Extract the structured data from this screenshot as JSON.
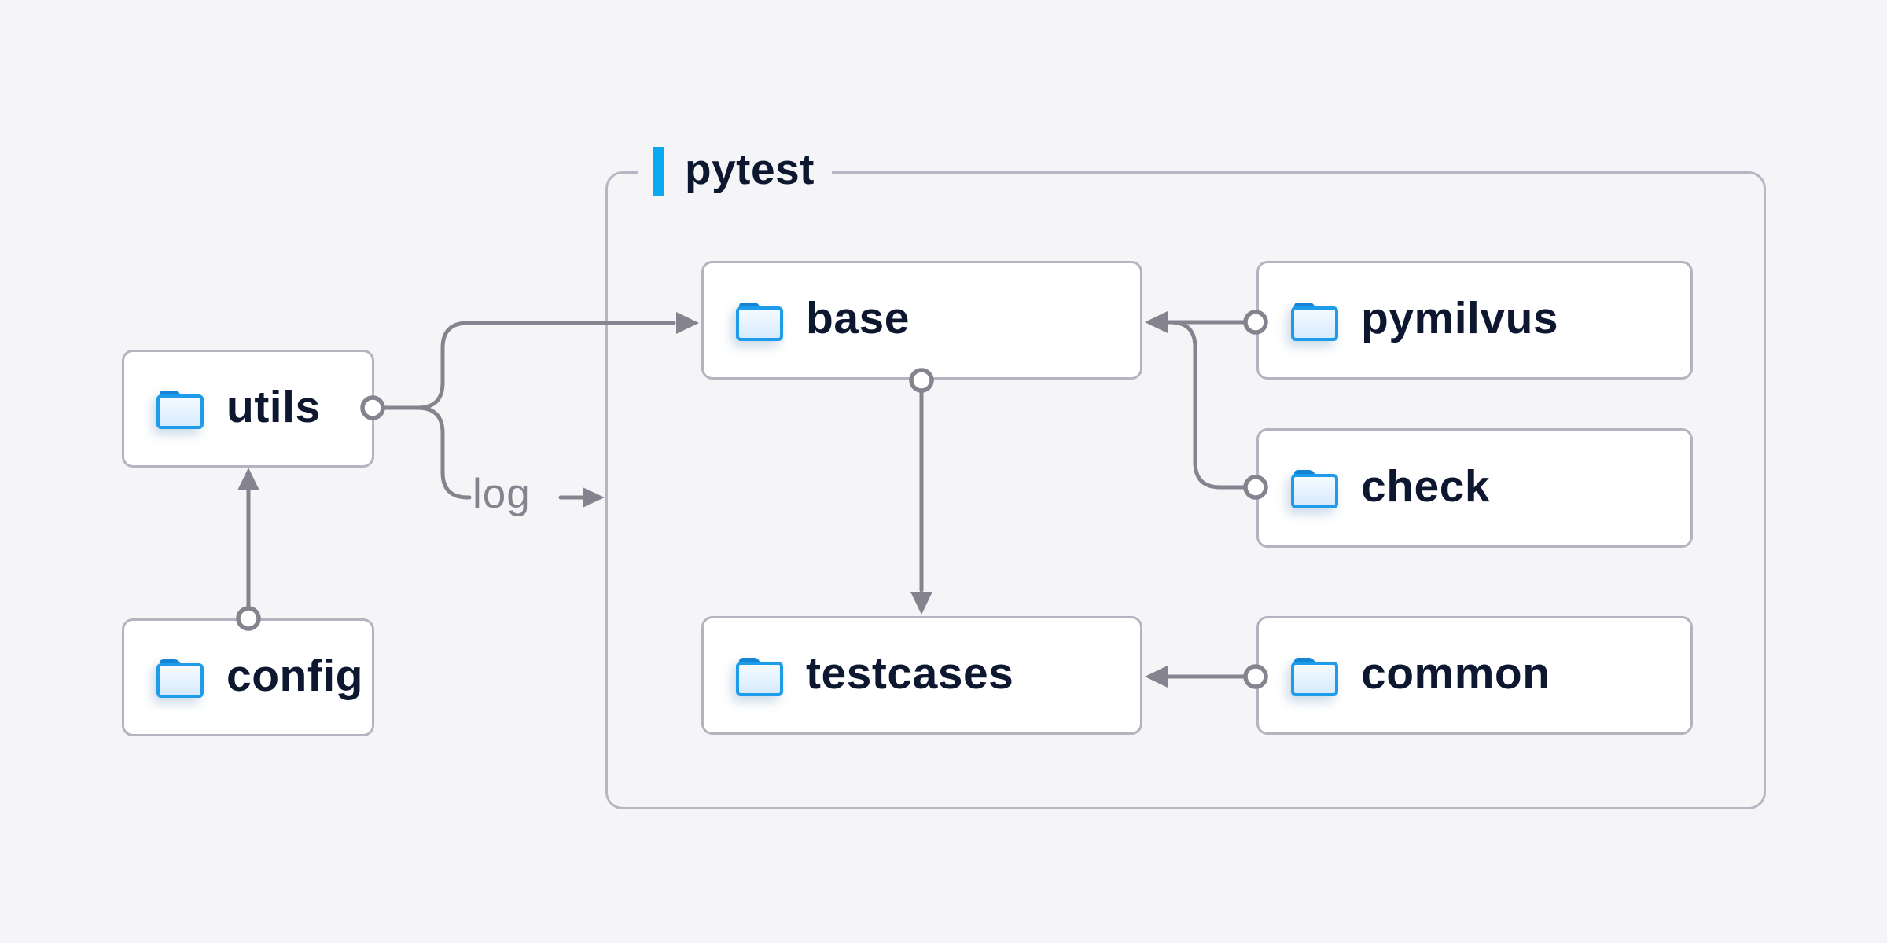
{
  "diagram_type": "folder-structure",
  "container": {
    "label": "pytest"
  },
  "nodes": {
    "utils": {
      "label": "utils",
      "icon": "folder-icon"
    },
    "config": {
      "label": "config",
      "icon": "folder-icon"
    },
    "base": {
      "label": "base",
      "icon": "folder-icon"
    },
    "pymilvus": {
      "label": "pymilvus",
      "icon": "folder-icon"
    },
    "check": {
      "label": "check",
      "icon": "folder-icon"
    },
    "testcases": {
      "label": "testcases",
      "icon": "folder-icon"
    },
    "common": {
      "label": "common",
      "icon": "folder-icon"
    }
  },
  "edges": [
    {
      "from": "config",
      "to": "utils",
      "label": ""
    },
    {
      "from": "utils",
      "to": "base",
      "label": ""
    },
    {
      "from": "utils",
      "to": "pytest",
      "label": "log"
    },
    {
      "from": "pymilvus",
      "to": "base",
      "label": ""
    },
    {
      "from": "check",
      "to": "base",
      "label": ""
    },
    {
      "from": "base",
      "to": "testcases",
      "label": ""
    },
    {
      "from": "common",
      "to": "testcases",
      "label": ""
    }
  ],
  "edge_labels": {
    "log": "log"
  },
  "colors": {
    "background": "#f5f5f7",
    "node_fill": "#ffffff",
    "node_border": "#b4b3c0",
    "group_border": "#b7b6c3",
    "accent_blue": "#0aa9f2",
    "wire_gray": "#84838e",
    "text_navy": "#0d1830",
    "folder_stroke": "#1e9cea",
    "folder_tab": "#1485d6"
  }
}
